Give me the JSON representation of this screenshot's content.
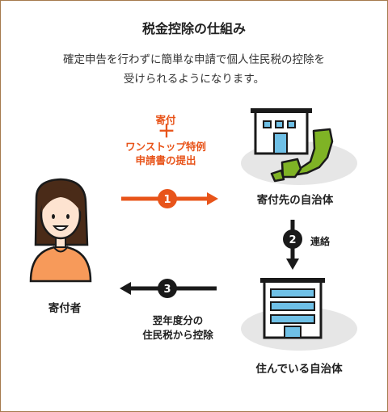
{
  "title": "税金控除の仕組み",
  "description_line1": "確定申告を行わずに簡単な申請で個人住民税の控除を",
  "description_line2": "受けられるようになります。",
  "step1": {
    "number": "1",
    "label_top": "寄付",
    "plus": "＋",
    "label_line2": "ワンストップ特例",
    "label_line3": "申請書の提出"
  },
  "step2": {
    "number": "2",
    "label": "連絡"
  },
  "step3": {
    "number": "3",
    "label_line1": "翌年度分の",
    "label_line2": "住民税から控除"
  },
  "donor_label": "寄付者",
  "destination_label": "寄付先の自治体",
  "home_label": "住んでいる自治体",
  "colors": {
    "accent_orange": "#e8541a",
    "dark": "#1a1a1a",
    "map_green": "#7fb325",
    "building_blue": "#6fc0e6",
    "ground_gray": "#e6e6e6",
    "person_shirt": "#f79a5a",
    "frame_border": "#a57a4d"
  },
  "icons": [
    "donor-person-icon",
    "destination-building-icon",
    "japan-map-icon",
    "home-building-icon"
  ]
}
